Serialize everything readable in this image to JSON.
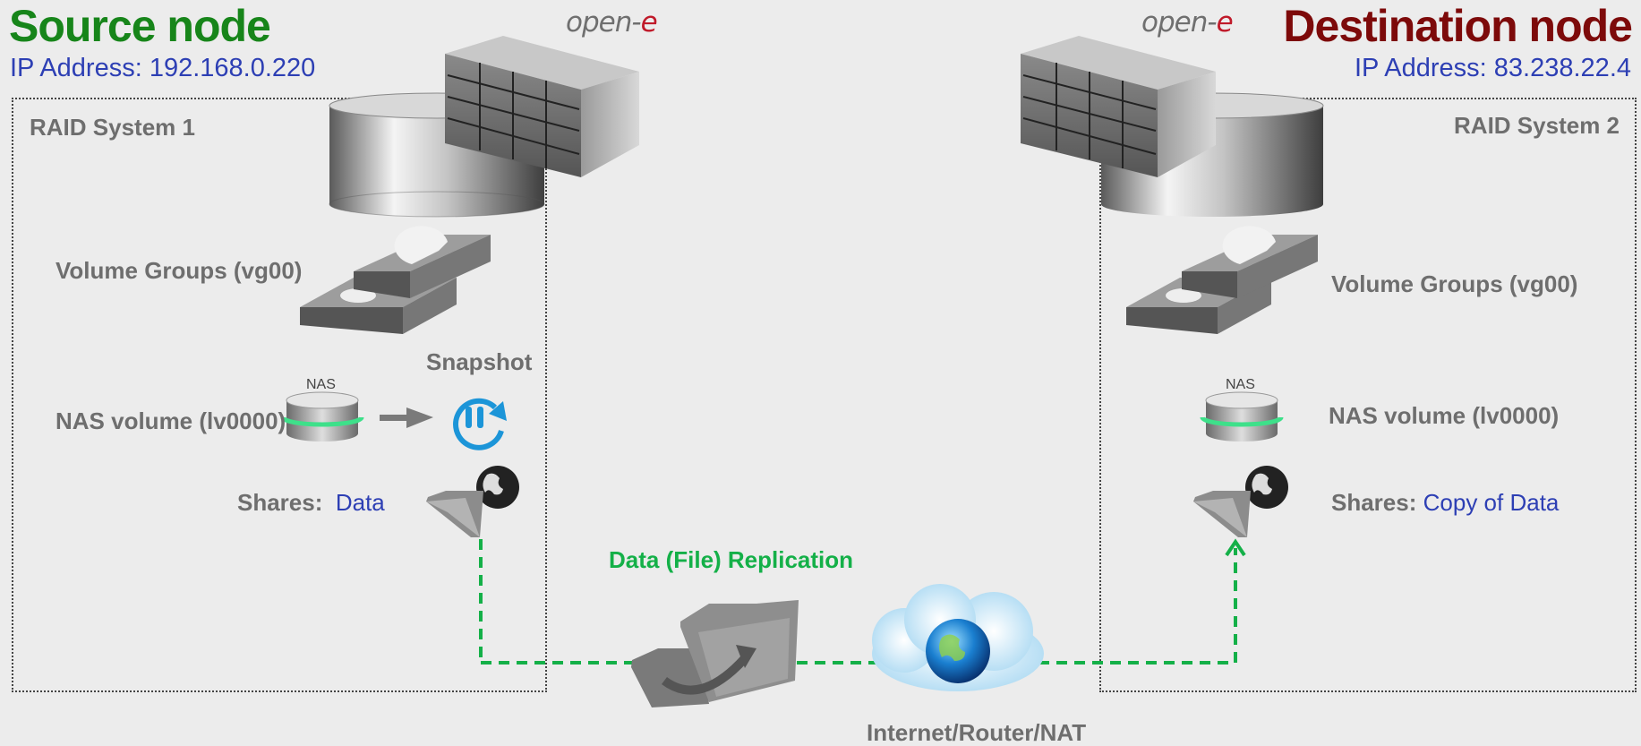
{
  "source": {
    "title": "Source node",
    "ip": "IP Address: 192.168.0.220",
    "logo_prefix": "open-",
    "logo_suffix": "e",
    "raid": "RAID System 1",
    "volume_groups": "Volume Groups (vg00)",
    "nas_badge": "NAS",
    "nas_volume": "NAS volume (lv0000)",
    "snapshot": "Snapshot",
    "shares_label": "Shares:",
    "shares_value": "Data"
  },
  "destination": {
    "title": "Destination node",
    "ip": "IP Address: 83.238.22.4",
    "logo_prefix": "open-",
    "logo_suffix": "e",
    "raid": "RAID System 2",
    "volume_groups": "Volume Groups (vg00)",
    "nas_badge": "NAS",
    "nas_volume": "NAS volume (lv0000)",
    "shares_label": "Shares:",
    "shares_value": "Copy of Data"
  },
  "replication_label": "Data (File) Replication",
  "network_label": "Internet/Router/NAT",
  "colors": {
    "source_title": "#17851a",
    "destination_title": "#7d0a0a",
    "replication": "#14b048",
    "ip_text": "#2d3fb4",
    "label_gray": "#6e6e6e"
  },
  "icons": [
    "server-enclosure-icon",
    "raid-cylinder-icon",
    "volume-groups-icon",
    "nas-drive-icon",
    "snapshot-icon",
    "network-share-icon",
    "replication-folders-icon",
    "internet-cloud-icon"
  ]
}
